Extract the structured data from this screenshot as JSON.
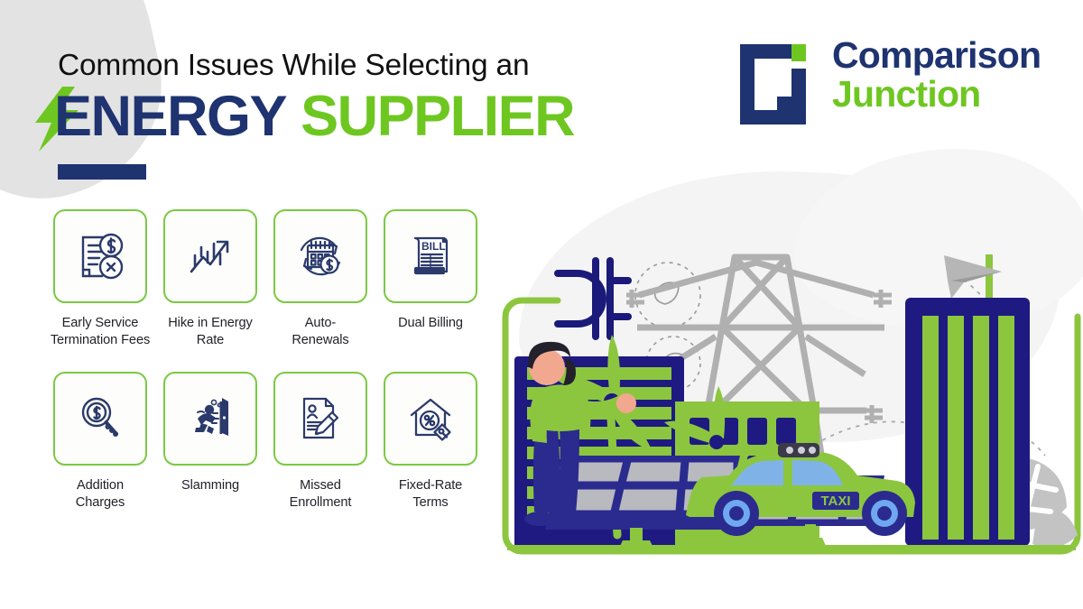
{
  "header": {
    "eyebrow": "Common Issues While Selecting an",
    "title_part1": "ENERGY",
    "title_part2": "SUPPLIER"
  },
  "logo": {
    "line1": "Comparison",
    "line2": "Junction",
    "mark_alt": "Cj monogram"
  },
  "colors": {
    "navy": "#1e3370",
    "green": "#6ec720",
    "border_green": "#7ac943",
    "plug_blue": "#1b1a7a",
    "gray": "#b3b3b3",
    "light_gray_blob": "#e3e3e3"
  },
  "issues": [
    {
      "label": "Early Service\nTermination Fees",
      "icon": "document-dollar-cancel-icon"
    },
    {
      "label": "Hike in Energy\nRate",
      "icon": "rising-arrow-chart-icon"
    },
    {
      "label": "Auto-\nRenewals",
      "icon": "calendar-refresh-dollar-icon"
    },
    {
      "label": "Dual Billing",
      "icon": "bill-scroll-icon"
    },
    {
      "label": "Addition\nCharges",
      "icon": "magnifier-dollar-icon"
    },
    {
      "label": "Slamming",
      "icon": "person-slamming-door-icon"
    },
    {
      "label": "Missed\nEnrollment",
      "icon": "document-pencil-icon"
    },
    {
      "label": "Fixed-Rate\nTerms",
      "icon": "house-percent-tag-icon"
    }
  ],
  "illustration": {
    "taxi_label": "TAXI",
    "elements": [
      "power-plug-icon",
      "green-cable-frame",
      "leaf-circle-icon",
      "wind-turbine",
      "solar-panel",
      "transmission-tower",
      "city-buildings",
      "antenna-tower",
      "paper-plane-icon",
      "engineer-person",
      "taxi-car",
      "monstera-leaf"
    ]
  }
}
